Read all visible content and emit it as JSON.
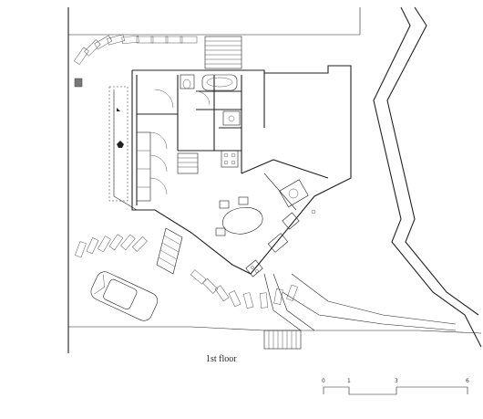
{
  "caption": "1st floor",
  "scale": {
    "ticks": [
      "0",
      "1",
      "3",
      "6"
    ]
  },
  "colors": {
    "line": "#222222",
    "paper": "#ffffff",
    "hatch": "#777777"
  }
}
